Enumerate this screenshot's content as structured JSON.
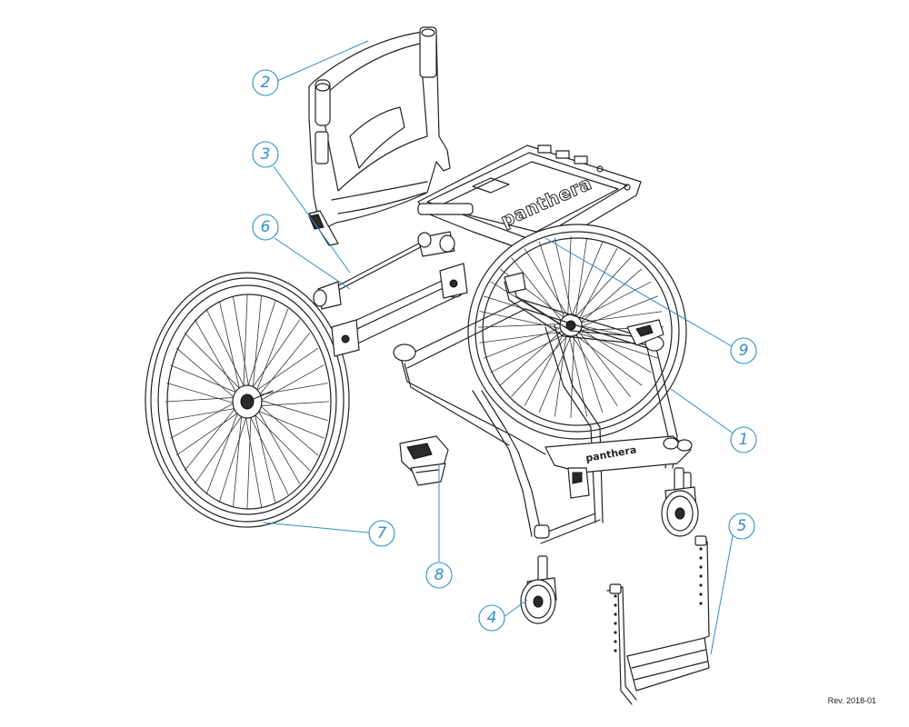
{
  "callouts": [
    {
      "number": "1"
    },
    {
      "number": "2"
    },
    {
      "number": "3"
    },
    {
      "number": "4"
    },
    {
      "number": "5"
    },
    {
      "number": "6"
    },
    {
      "number": "7"
    },
    {
      "number": "8"
    },
    {
      "number": "9"
    }
  ],
  "brand_mark": "panthera",
  "frame_mark": "panthera",
  "revision": "Rev. 2018-01",
  "colors": {
    "callout": "#2d8fc8",
    "line": "#222222",
    "background": "#ffffff"
  }
}
